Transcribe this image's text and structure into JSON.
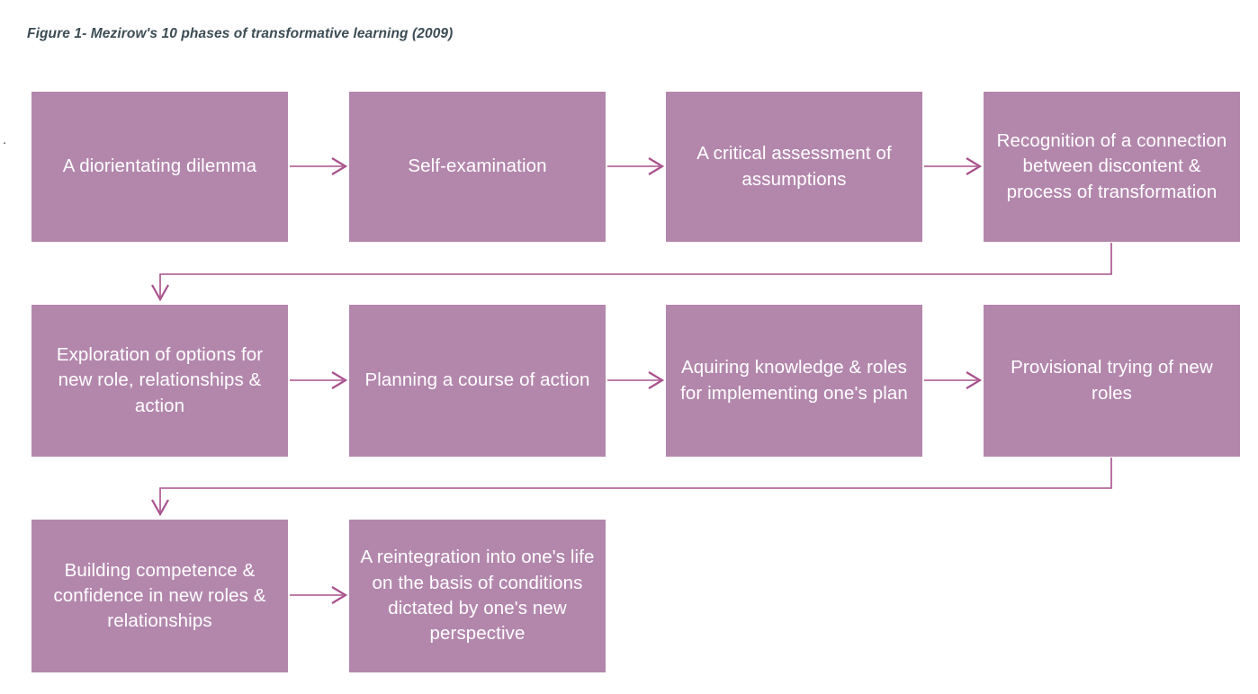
{
  "figure": {
    "caption": "Figure 1- Mezirow's 10 phases of transformative learning (2009)",
    "stray_mark": ".",
    "box_fill": "#b387ac",
    "box_text_color": "#ffffff",
    "connector_color": "#a8508c",
    "background": "#ffffff"
  },
  "diagram": {
    "type": "flowchart",
    "flow_direction": "left-to-right, serpentine wrap",
    "rows": [
      {
        "row_index": 1,
        "boxes": [
          {
            "id": "phase-1",
            "label": "A diorientating dilemma"
          },
          {
            "id": "phase-2",
            "label": "Self-examination"
          },
          {
            "id": "phase-3",
            "label": "A critical assessment of assumptions"
          },
          {
            "id": "phase-4",
            "label": "Recognition of a connection between discontent & process of transformation"
          }
        ]
      },
      {
        "row_index": 2,
        "boxes": [
          {
            "id": "phase-5",
            "label": "Exploration of options for new role, relationships & action"
          },
          {
            "id": "phase-6",
            "label": "Planning a course of action"
          },
          {
            "id": "phase-7",
            "label": "Aquiring knowledge & roles for implementing one's plan"
          },
          {
            "id": "phase-8",
            "label": "Provisional trying of new roles"
          }
        ]
      },
      {
        "row_index": 3,
        "boxes": [
          {
            "id": "phase-9",
            "label": "Building competence & confidence in new roles & relationships"
          },
          {
            "id": "phase-10",
            "label": "A reintegration into one's life on the basis of conditions dictated by one's new perspective"
          }
        ]
      }
    ],
    "connectors": [
      {
        "id": "arrow-1-to-2",
        "kind": "straight-right"
      },
      {
        "id": "arrow-2-to-3",
        "kind": "straight-right"
      },
      {
        "id": "arrow-3-to-4",
        "kind": "straight-right"
      },
      {
        "id": "arrow-4-to-5",
        "kind": "elbow-wrap-down"
      },
      {
        "id": "arrow-5-to-6",
        "kind": "straight-right"
      },
      {
        "id": "arrow-6-to-7",
        "kind": "straight-right"
      },
      {
        "id": "arrow-7-to-8",
        "kind": "straight-right"
      },
      {
        "id": "arrow-8-to-9",
        "kind": "elbow-wrap-down"
      },
      {
        "id": "arrow-9-to-10",
        "kind": "straight-right"
      }
    ]
  }
}
